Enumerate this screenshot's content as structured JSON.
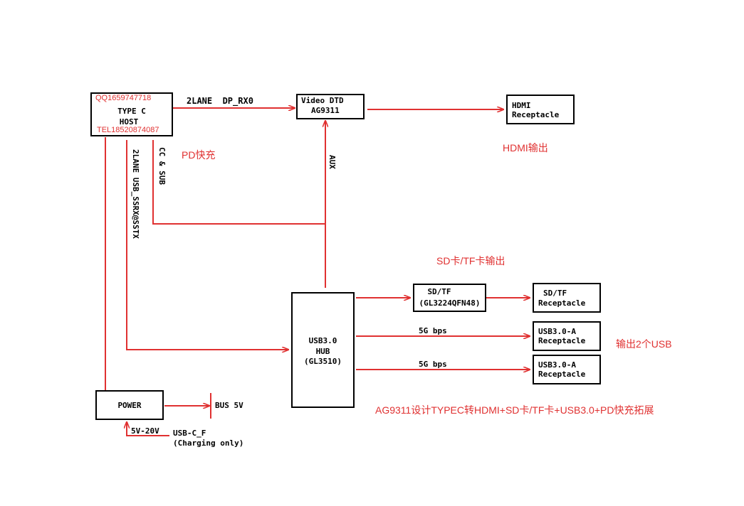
{
  "colors": {
    "line": "#e03131",
    "text_red": "#e03131",
    "box_border": "#000000"
  },
  "blocks": {
    "type_c_host": {
      "contact_qq": "QQ1659747718",
      "line1": "TYPE C",
      "line2": "HOST",
      "contact_tel": "TEL18520874087"
    },
    "video_dtd": {
      "line1": "Video DTD",
      "line2": "AG9311"
    },
    "hdmi_receptacle": {
      "line1": "HDMI",
      "line2": "Receptacle"
    },
    "usb_hub": {
      "line1": "USB3.0",
      "line2": "HUB",
      "line3": "(GL3510)"
    },
    "sd_tf_controller": {
      "line1": "SD/TF",
      "line2": "(GL3224QFN48)"
    },
    "sd_tf_receptacle": {
      "line1": "SD/TF",
      "line2": "Receptacle"
    },
    "usb_a_receptacle_1": {
      "line1": "USB3.0-A",
      "line2": "Receptacle"
    },
    "usb_a_receptacle_2": {
      "line1": "USB3.0-A",
      "line2": "Receptacle"
    },
    "power": {
      "label": "POWER"
    }
  },
  "signals": {
    "dp_lane": "2LANE  DP_RX0",
    "aux": "AUX",
    "cc_sub": "CC & SUB",
    "usb_lane": "2LANE USB_SSRX@SSTX",
    "usb_speed_1": "5G bps",
    "usb_speed_2": "5G bps",
    "bus_5v": "BUS 5V",
    "voltage_range": "5V-20V",
    "usb_c_f": "USB-C_F",
    "charging_only": "(Charging only)"
  },
  "annotations": {
    "pd_fast_charge": "PD快充",
    "hdmi_output": "HDMI输出",
    "sd_tf_output": "SD卡/TF卡输出",
    "usb_output": "输出2个USB",
    "summary": "AG9311设计TYPEC转HDMI+SD卡/TF卡+USB3.0+PD快充拓展"
  }
}
